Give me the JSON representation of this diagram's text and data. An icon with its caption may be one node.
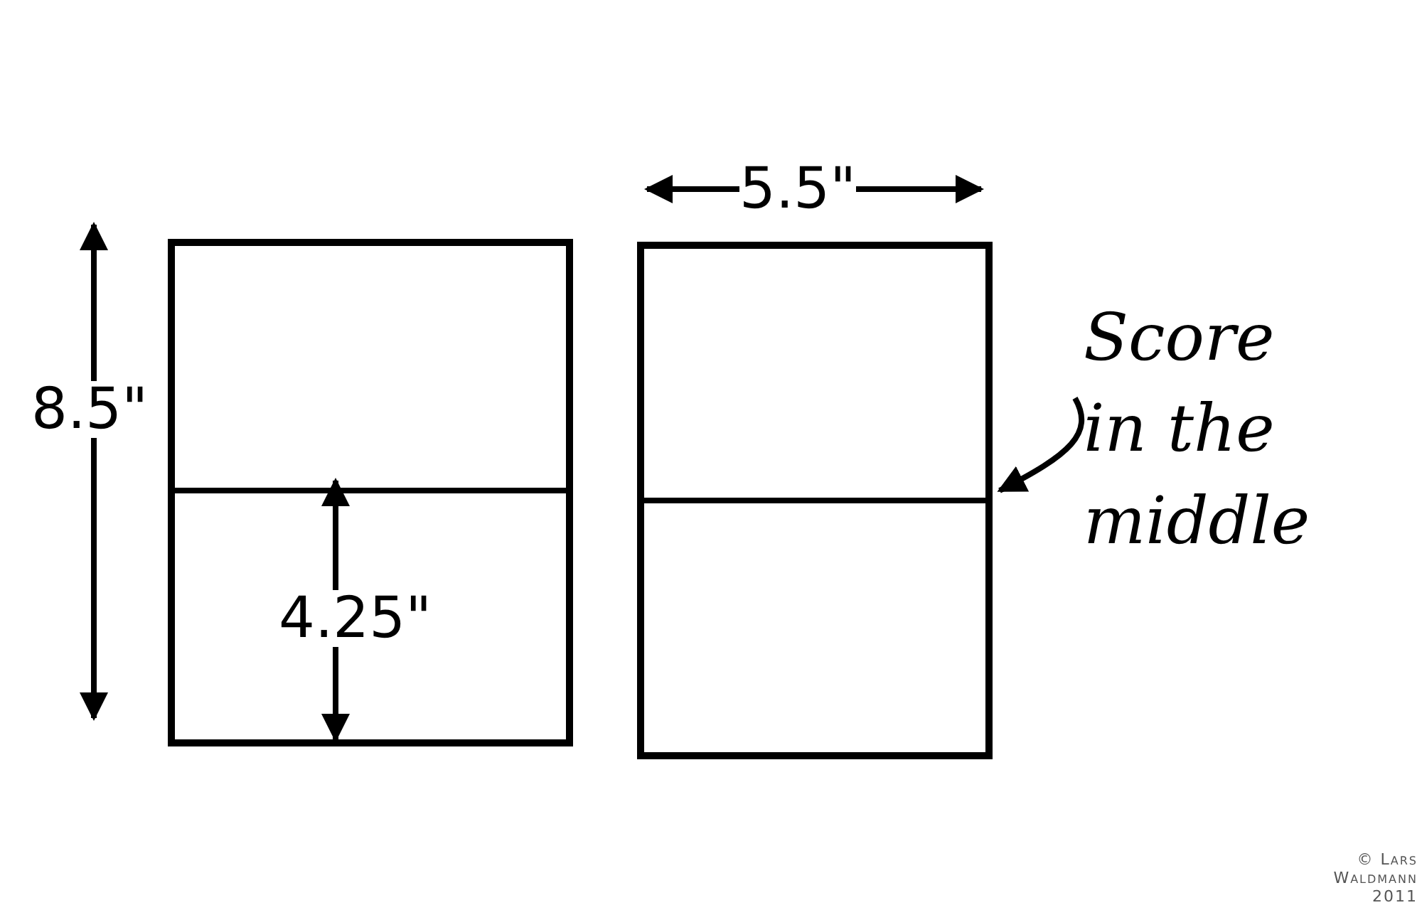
{
  "diagram": {
    "nodes": [
      {
        "text": [],
        "shape": "box"
      },
      {
        "text": [],
        "shape": "box"
      },
      {
        "text": [
          "Score in the middle"
        ]
      }
    ],
    "edges": [
      {
        "from": 2,
        "to": 1,
        "arrow": "to"
      }
    ],
    "labels": [
      "5.5\"",
      "8.5\"",
      "4.25\"",
      "© Lars Waldmann 2011"
    ]
  }
}
